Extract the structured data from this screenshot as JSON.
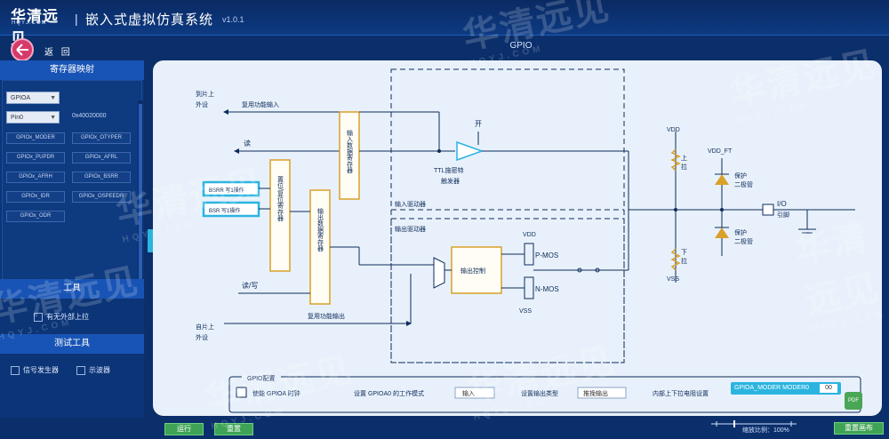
{
  "header": {
    "logo_cn": "华清远见",
    "logo_en": "HQYJ.COM",
    "separator": "|",
    "title": "嵌入式虚拟仿真系统",
    "version": "v1.0.1"
  },
  "nav": {
    "back_label": "返 回"
  },
  "main": {
    "title": "GPIO"
  },
  "sidebar": {
    "register_map": {
      "heading": "寄存器映射",
      "port_select": "GPIOA",
      "pin_select": "Pin0",
      "address": "0x40020000",
      "registers": [
        "GPIOx_MODER",
        "GPIOx_OTYPER",
        "GPIOx_PUPDR",
        "GPIOx_AFRL",
        "GPIOx_AFRH",
        "GPIOx_BSRR",
        "GPIOx_IDR",
        "GPIOx_OSPEEDR",
        "GPIOx_ODR"
      ]
    },
    "tools": {
      "heading": "工具",
      "items": [
        "有无外部上拉"
      ]
    },
    "test_tools": {
      "heading": "测试工具",
      "items": [
        "信号发生器",
        "示波器"
      ]
    }
  },
  "diagram": {
    "from_chip_top": [
      "到片上",
      "外设"
    ],
    "alt_input": "复用功能输入",
    "read": "读",
    "bsrr_write": "BSRR 写1操作",
    "bsrr_write2": "BSR 写1操作",
    "set_reset_reg": "置位/复位寄存器",
    "output_data_reg": "输出数据寄存器",
    "input_data_reg": "输入数据寄存器",
    "schmitt_on": "开",
    "schmitt_label": [
      "TTL施密特",
      "触发器"
    ],
    "input_driver": "输入驱动器",
    "output_driver": "输出驱动器",
    "output_control": "输出控制",
    "read_write": "读/写",
    "from_chip_bottom": [
      "自片上",
      "外设"
    ],
    "alt_output": "复用功能输出",
    "vdd": "VDD",
    "vss": "VSS",
    "pmos": "P-MOS",
    "nmos": "N-MOS",
    "pull_up": [
      "上",
      "拉"
    ],
    "pull_down": [
      "下",
      "拉"
    ],
    "vdd_ft": "VDD_FT",
    "protect_diode": [
      "保护",
      "二极管"
    ],
    "io": "I/O",
    "io_pin": "引脚"
  },
  "gpio_config": {
    "heading": "GPIO配置",
    "enable_clock": "使能 GPIOA 时钟",
    "mode_label": "设置 GPIOA0 的工作模式",
    "mode_value": "输入",
    "output_type_label": "设置输出类型",
    "output_type_value": "推挽输出",
    "pull_label": "内部上下拉电阻设置",
    "moder_bubble": "GPIOA_MODER MODER0",
    "moder_value": "00"
  },
  "footer": {
    "run": "运行",
    "reset": "重置",
    "zoom_label": "缩放比例：100%",
    "reset_canvas": "重置画布"
  },
  "watermark": {
    "text": "华清远见",
    "sub": "HQYJ.COM"
  },
  "colors": {
    "bg": "#0b2f6b",
    "accent": "#2bb4e0",
    "register_box": "#d9a02a",
    "diode": "#d9a02a",
    "line": "#0d2a5a"
  }
}
